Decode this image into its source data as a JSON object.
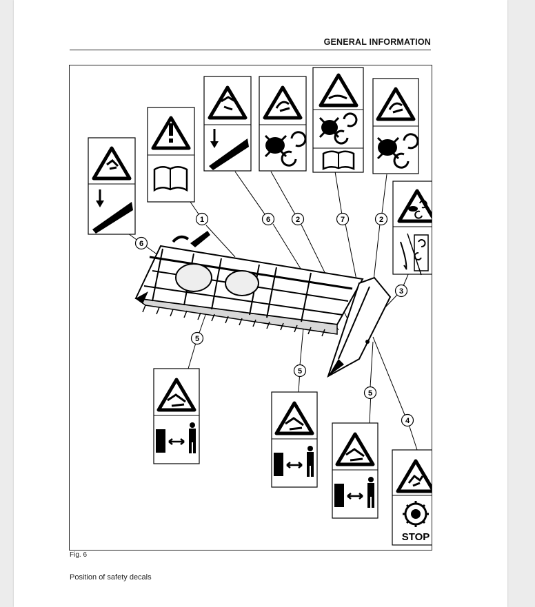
{
  "header": {
    "title": "GENERAL INFORMATION"
  },
  "figure": {
    "fig_label": "Fig. 6",
    "caption": "Position of safety decals",
    "callouts": [
      "1",
      "2",
      "2",
      "3",
      "4",
      "5",
      "5",
      "5",
      "6",
      "6",
      "7"
    ],
    "stop_text": "STOP"
  }
}
